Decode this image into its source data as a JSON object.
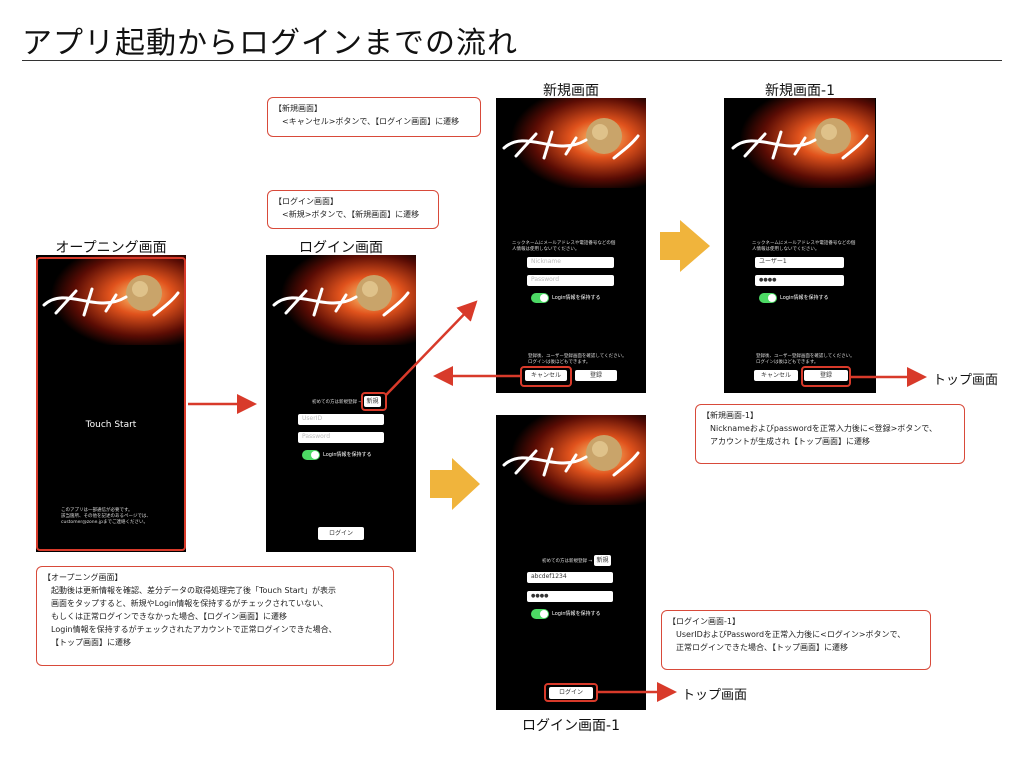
{
  "page": {
    "title": "アプリ起動からログインまでの流れ"
  },
  "screens": {
    "opening": {
      "label": "オープニング画面",
      "touch": "Touch Start",
      "footer": [
        "このアプリは一部通信が必要です。",
        "該当箇所、その他を記述のあるページでは、",
        "customer@zone.jpまでご連絡ください。"
      ]
    },
    "login": {
      "label": "ログイン画面",
      "first_time": "初めての方は新規登録 →",
      "new_button": "新規",
      "userid_placeholder": "UserID",
      "password_placeholder": "Password",
      "keep": "Login情報を保持する",
      "login_button": "ログイン"
    },
    "register": {
      "label": "新規画面",
      "desc": [
        "ニックネームにメールアドレスや電話番号などの個",
        "人情報は使用しないでください。"
      ],
      "nickname_placeholder": "Nickname",
      "password_placeholder": "Password",
      "keep": "Login情報を保持する",
      "terms": [
        "登録後、ユーザー登録画面を確認してください。",
        "ログインは後ほどもできます。"
      ],
      "cancel_button": "キャンセル",
      "register_button": "登録"
    },
    "register1": {
      "label": "新規画面-1",
      "desc": [
        "ニックネームにメールアドレスや電話番号などの個",
        "人情報は使用しないでください。"
      ],
      "nickname_value": "ユーザー1",
      "password_value": "●●●●",
      "keep": "Login情報を保持する",
      "terms": [
        "登録後、ユーザー登録画面を確認してください。",
        "ログインは後ほどもできます。"
      ],
      "cancel_button": "キャンセル",
      "register_button": "登録"
    },
    "login1": {
      "label": "ログイン画面-1",
      "first_time": "初めての方は新規登録 →",
      "new_button": "新規",
      "userid_value": "abcdef1234",
      "password_value": "●●●●",
      "keep": "Login情報を保持する",
      "login_button": "ログイン"
    }
  },
  "notes": {
    "register": {
      "title": "【新規画面】",
      "body": "<キャンセル>ボタンで、【ログイン画面】に遷移"
    },
    "login": {
      "title": "【ログイン画面】",
      "body": "<新規>ボタンで、【新規画面】に遷移"
    },
    "register1": {
      "title": "【新規画面-1】",
      "lines": [
        "Nicknameおよびpasswordを正常入力後に<登録>ボタンで、",
        "アカウントが生成され【トップ画面】に遷移"
      ]
    },
    "opening": {
      "title": "【オープニング画面】",
      "lines": [
        "起動後は更新情報を確認、差分データの取得処理完了後「Touch Start」が表示",
        "画面をタップすると、新規やLogin情報を保持するがチェックされていない、",
        "もしくは正常ログインできなかった場合、【ログイン画面】に遷移",
        "Login情報を保持するがチェックされたアカウントで正常ログインできた場合、",
        "【トップ画面】に遷移"
      ]
    },
    "login1": {
      "title": "【ログイン画面-1】",
      "lines": [
        "UserIDおよびPasswordを正常入力後に<ログイン>ボタンで、",
        "正常ログインできた場合、【トップ画面】に遷移"
      ]
    }
  },
  "targets": {
    "top_screen": "トップ画面"
  },
  "colors": {
    "highlight": "#d83a2a",
    "flow_arrow": "#f0b43c",
    "note_border": "#d84a3a",
    "toggle_on": "#4cd964"
  }
}
